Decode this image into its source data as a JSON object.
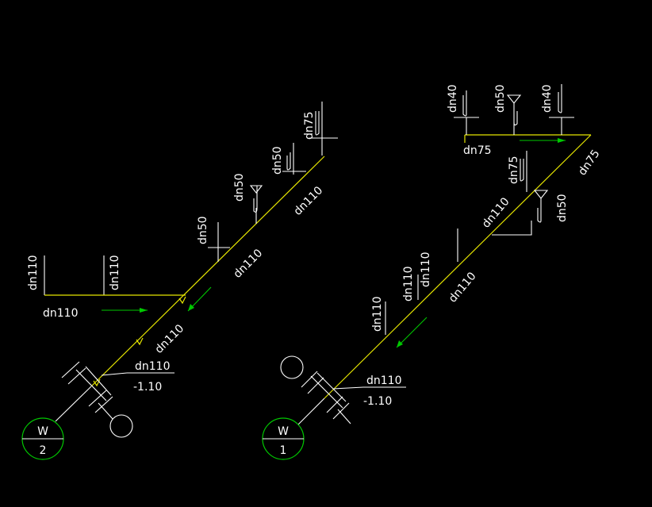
{
  "colors": {
    "background": "#000000",
    "pipe": "#e6e600",
    "line": "#ffffff",
    "flow_arrow": "#00c800",
    "marker_circle": "#00c800"
  },
  "system_2": {
    "labels": {
      "riser_left": "dn110",
      "riser_right": "dn110",
      "horizontal": "dn110",
      "diag_lower": "dn110",
      "diag_mid": "dn110",
      "diag_upper": "dn110",
      "branch_a": "dn50",
      "branch_b": "dn50",
      "branch_c": "dn50",
      "branch_d": "dn75",
      "outlet_size": "dn110",
      "outlet_elev": "-1.10"
    },
    "marker": {
      "letter": "W",
      "number": "2"
    }
  },
  "system_1": {
    "labels": {
      "top_a": "dn40",
      "top_b": "dn50",
      "top_c": "dn40",
      "top_pipe": "dn75",
      "diag_top": "dn75",
      "branch_a": "dn75",
      "branch_b": "dn50",
      "diag_upper": "dn110",
      "diag_mid": "dn110",
      "riser_a": "dn110",
      "riser_b": "dn110",
      "riser_c": "dn110",
      "outlet_size": "dn110",
      "outlet_elev": "-1.10"
    },
    "marker": {
      "letter": "W",
      "number": "1"
    }
  }
}
